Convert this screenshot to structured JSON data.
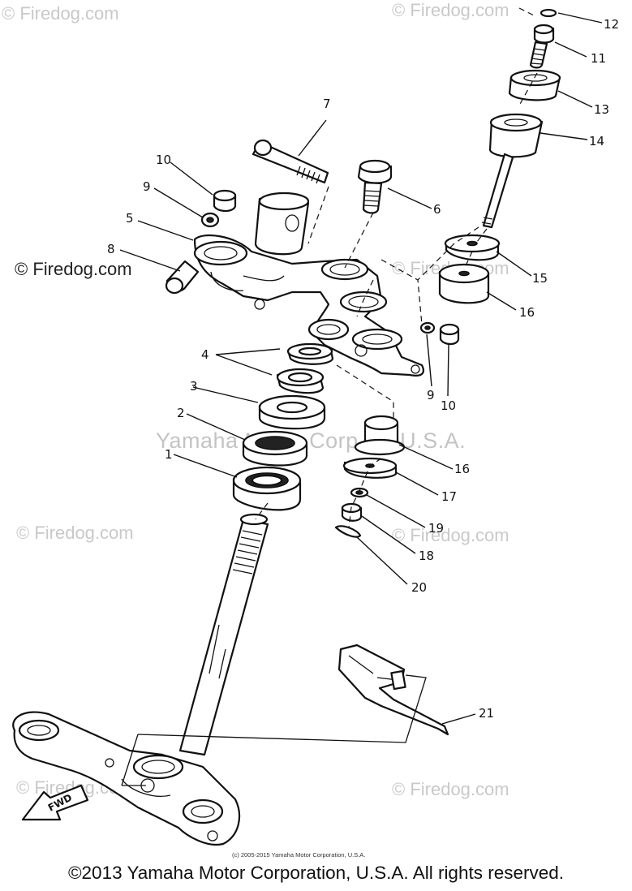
{
  "watermarks": {
    "top_left": "© Firedog.com",
    "top_right": "© Firedog.com",
    "mid_left": "© Firedog.com",
    "mid_right": "© Firedog.com",
    "center": "Yamaha Motor Corp. ™ U.S.A.",
    "lower_left": "© Firedog.com",
    "lower_right": "© Firedog.com",
    "bottom_left": "© Firedog.com",
    "bottom_right": "© Firedog.com"
  },
  "small_copyright": "(c) 2005-2015 Yamaha Motor Corporation, U.S.A.",
  "footer_copyright": "©2013 Yamaha Motor Corporation, U.S.A. All rights reserved.",
  "fwd_label": "FWD",
  "callouts": {
    "c1": "1",
    "c2": "2",
    "c3": "3",
    "c4": "4",
    "c5": "5",
    "c6": "6",
    "c7": "7",
    "c8": "8",
    "c9a": "9",
    "c9b": "9",
    "c10a": "10",
    "c10b": "10",
    "c11": "11",
    "c12": "12",
    "c13": "13",
    "c14": "14",
    "c15": "15",
    "c16a": "16",
    "c16b": "16",
    "c17": "17",
    "c18": "18",
    "c19": "19",
    "c20": "20",
    "c21": "21"
  }
}
